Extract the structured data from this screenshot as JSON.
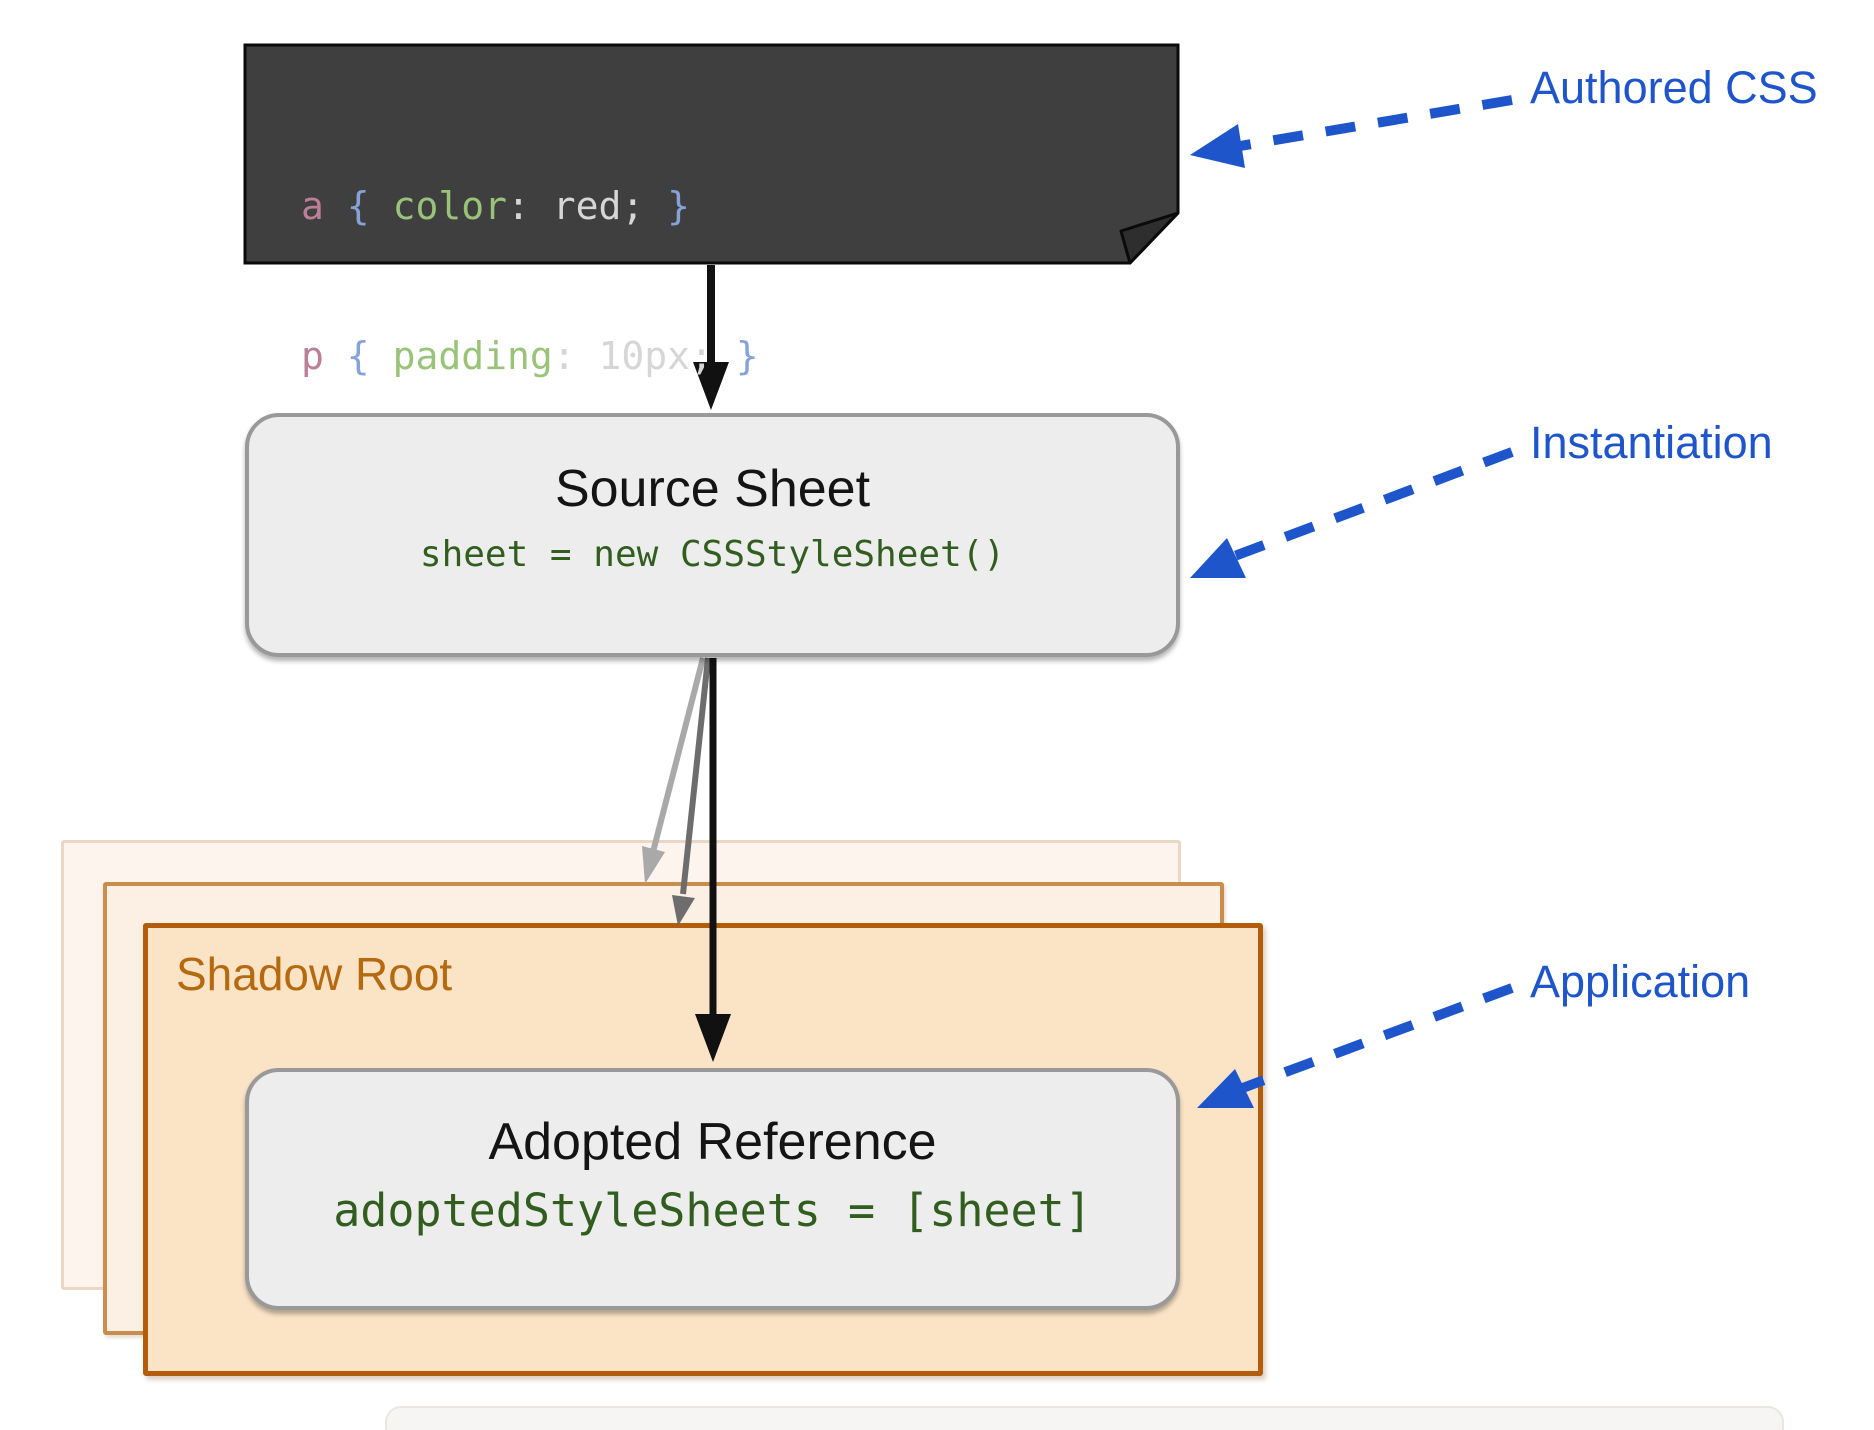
{
  "code_block": {
    "line1": {
      "selector": "a",
      "brace_open": "{",
      "property": "color",
      "rest": ": red; ",
      "brace_close": "}"
    },
    "line2": {
      "selector": "p",
      "brace_open": "{",
      "property": "padding",
      "rest": ": 10px; ",
      "brace_close": "}"
    }
  },
  "source_sheet": {
    "title": "Source Sheet",
    "code": "sheet = new CSSStyleSheet()"
  },
  "shadow_root": {
    "label": "Shadow Root"
  },
  "adopted_reference": {
    "title": "Adopted Reference",
    "code": "adoptedStyleSheets = [sheet]"
  },
  "callouts": {
    "authored": "Authored CSS",
    "instantiation": "Instantiation",
    "application": "Application"
  },
  "colors": {
    "callout_blue": "#1e55cb",
    "code_block_bg": "#3f3f3f",
    "code_selector_pink": "#bb7f98",
    "code_brace_blue": "#85a3d6",
    "code_property_green": "#98c379",
    "code_plain": "#d6d6d6",
    "box_code_green": "#315e1f",
    "gray_box_fill": "#ededed",
    "gray_box_border": "#999999",
    "shadow_front_fill": "#fbe3c6",
    "shadow_front_border": "#b35c0c",
    "shadow_middle_fill": "#fcefe3",
    "shadow_middle_border": "#c98e4d",
    "shadow_back_fill": "#fdf4ed",
    "shadow_back_border": "#ead8c5",
    "shadow_root_text": "#b66a10",
    "arrow_black": "#111111",
    "arrow_gray_light": "#a9a9a9",
    "arrow_gray_dark": "#6d6d6d"
  }
}
